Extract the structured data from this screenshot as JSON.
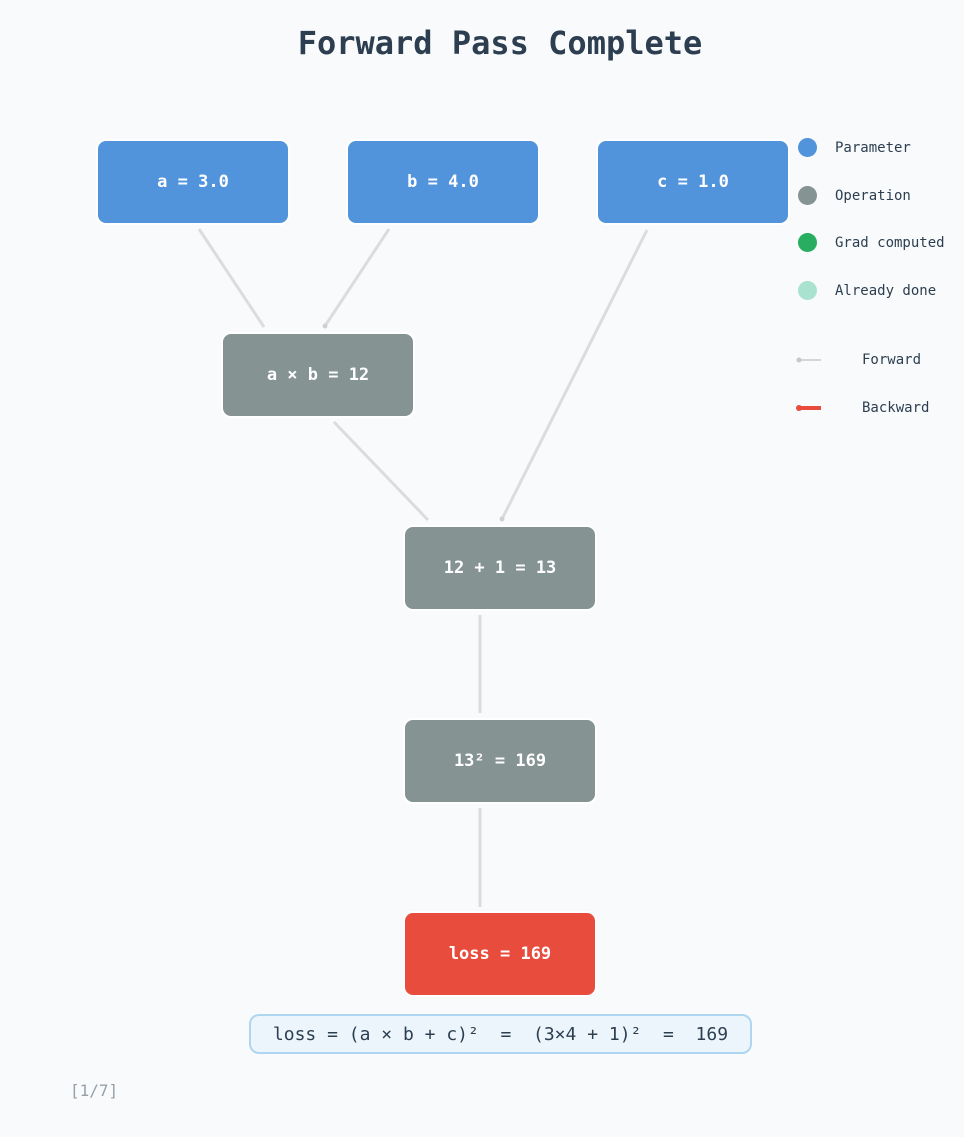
{
  "title": "Forward Pass Complete",
  "colors": {
    "parameter": "#5294db",
    "operation": "#869393",
    "grad_computed": "#27ae60",
    "already_done": "#a9e3d0",
    "loss": "#e74c3c",
    "forward_edge": "#dadcdd",
    "backward_edge": "#e74c3c"
  },
  "nodes": {
    "a": {
      "label": "a = 3.0",
      "kind": "parameter"
    },
    "b": {
      "label": "b = 4.0",
      "kind": "parameter"
    },
    "c": {
      "label": "c = 1.0",
      "kind": "parameter"
    },
    "mul": {
      "label": "a × b = 12",
      "kind": "operation"
    },
    "add": {
      "label": "12 + 1 = 13",
      "kind": "operation"
    },
    "sq": {
      "label": "13² = 169",
      "kind": "operation"
    },
    "loss": {
      "label": "loss = 169",
      "kind": "loss"
    }
  },
  "edges": [
    {
      "from": "a",
      "to": "mul"
    },
    {
      "from": "b",
      "to": "mul"
    },
    {
      "from": "mul",
      "to": "add"
    },
    {
      "from": "c",
      "to": "add"
    },
    {
      "from": "add",
      "to": "sq"
    },
    {
      "from": "sq",
      "to": "loss"
    }
  ],
  "legend": {
    "parameter": "Parameter",
    "operation": "Operation",
    "grad_computed": "Grad computed",
    "already_done": "Already done",
    "forward": "Forward",
    "backward": "Backward"
  },
  "formula": "loss = (a × b + c)²  =  (3×4 + 1)²  =  169",
  "step_counter": "[1/7]"
}
